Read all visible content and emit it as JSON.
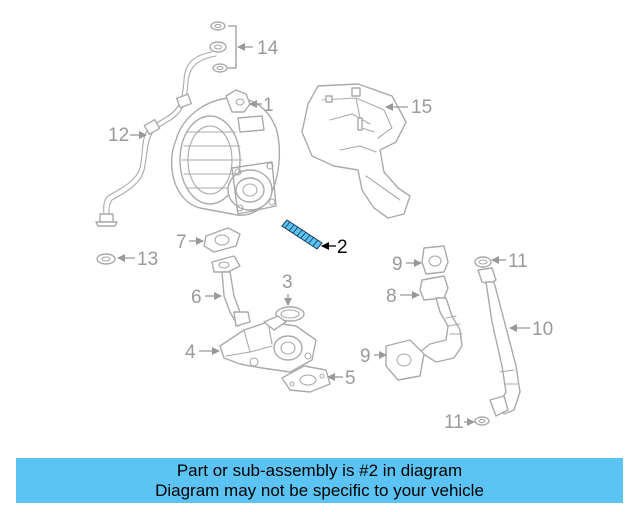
{
  "diagram": {
    "highlight_color": "#5bc4f5",
    "callouts": {
      "c1": "1",
      "c2": "2",
      "c3": "3",
      "c4": "4",
      "c5": "5",
      "c6": "6",
      "c7": "7",
      "c8": "8",
      "c9a": "9",
      "c9b": "9",
      "c10": "10",
      "c11a": "11",
      "c11b": "11",
      "c12": "12",
      "c13": "13",
      "c14": "14",
      "c15": "15"
    }
  },
  "caption": {
    "line1": "Part or sub-assembly is #2 in diagram",
    "line2": "Diagram may not be specific to your vehicle",
    "background": "#5bc4f5"
  }
}
